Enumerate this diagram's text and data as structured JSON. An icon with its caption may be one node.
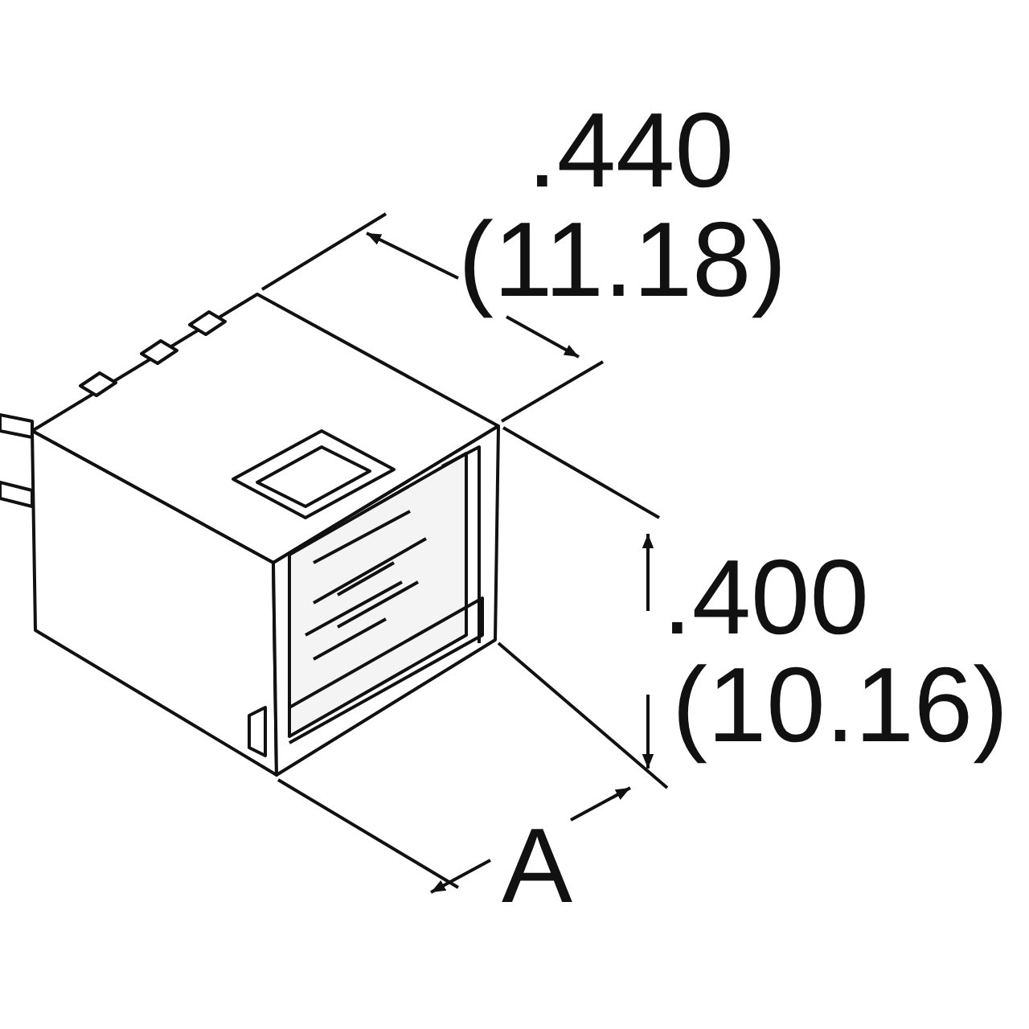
{
  "diagram": {
    "labels": [
      ".440",
      "(11.18)",
      ".400",
      "(10.16)",
      "A"
    ]
  }
}
